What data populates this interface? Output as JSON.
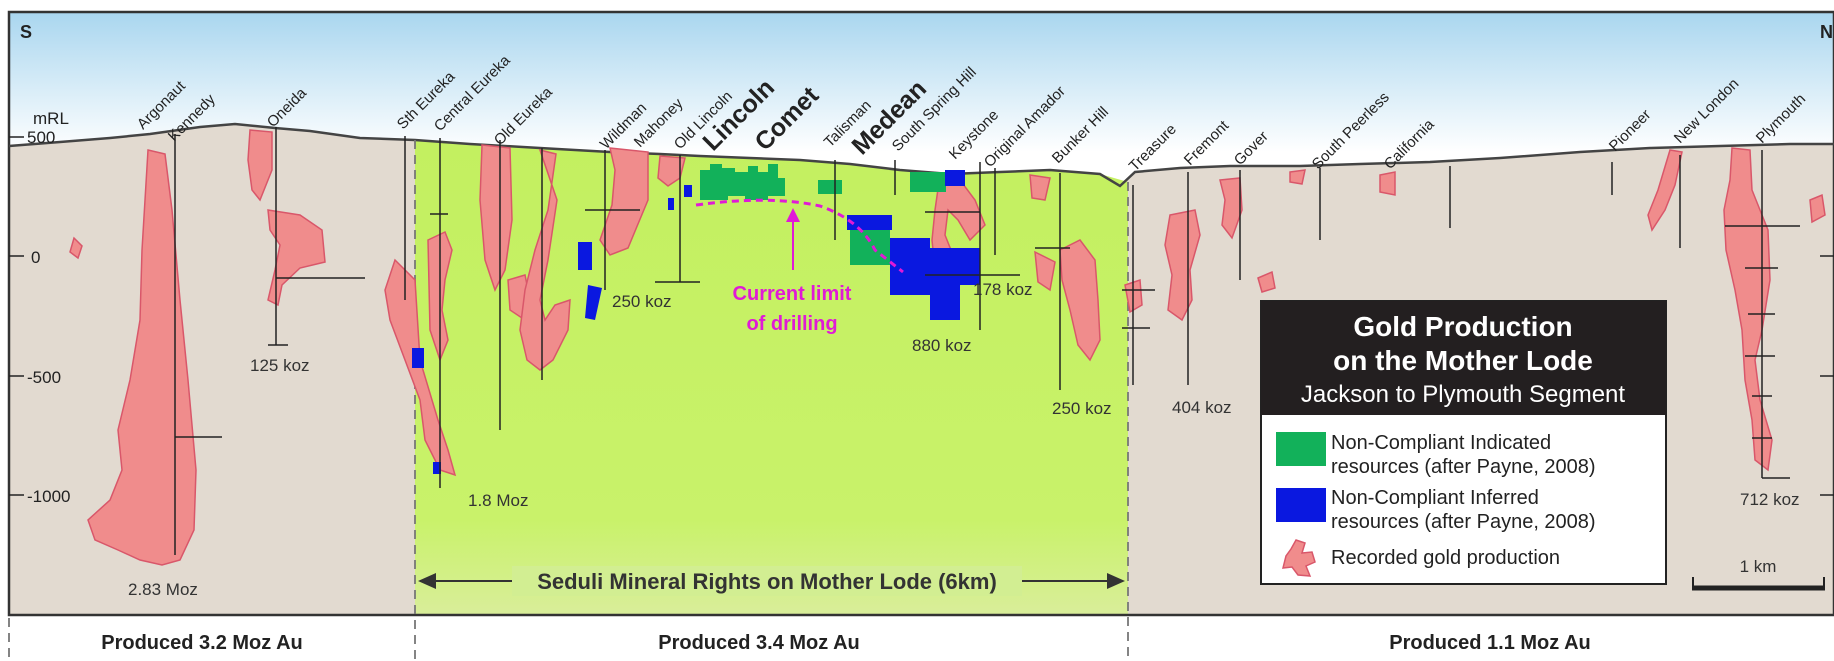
{
  "compass": {
    "south": "S",
    "north": "N"
  },
  "elevation": {
    "unit": "mRL",
    "ticks": [
      "500",
      "0",
      "-500",
      "-1000"
    ]
  },
  "mines": {
    "argonaut": "Argonaut",
    "kennedy": "Kennedy",
    "oneida": "Oneida",
    "sth_eureka": "Sth Eureka",
    "central_eureka": "Central Eureka",
    "old_eureka": "Old Eureka",
    "wildman": "Wildman",
    "mahoney": "Mahoney",
    "old_lincoln": "Old Lincoln",
    "lincoln": "Lincoln",
    "comet": "Comet",
    "talisman": "Talisman",
    "medean": "Medean",
    "south_spring_hill": "South Spring Hill",
    "keystone": "Keystone",
    "original_amador": "Original Amador",
    "bunker_hill": "Bunker Hill",
    "treasure": "Treasure",
    "fremont": "Fremont",
    "gover": "Gover",
    "south_peerless": "South Peerless",
    "california": "California",
    "pioneer": "Pioneer",
    "new_london": "New London",
    "plymouth": "Plymouth"
  },
  "production_labels": {
    "argonaut": "2.83 Moz",
    "oneida": "125 koz",
    "central_eureka": "1.8 Moz",
    "old_lincoln": "250 koz",
    "keystone_178": "178 koz",
    "keystone_880": "880 koz",
    "bunker_hill": "250 koz",
    "fremont": "404 koz",
    "plymouth": "712 koz"
  },
  "drilling_note": {
    "line1": "Current limit",
    "line2": "of drilling"
  },
  "seduli_rights": "Seduli Mineral Rights on Mother Lode (6km)",
  "legend": {
    "title_line1": "Gold Production",
    "title_line2": "on the Mother Lode",
    "subtitle": "Jackson to Plymouth Segment",
    "indicated_line1": "Non-Compliant Indicated",
    "indicated_line2": "resources (after Payne, 2008)",
    "inferred_line1": "Non-Compliant Inferred",
    "inferred_line2": "resources (after Payne, 2008)",
    "recorded": "Recorded gold production"
  },
  "scale_bar": "1 km",
  "footer": {
    "left": "Produced 3.2 Moz Au",
    "center": "Produced 3.4 Moz Au",
    "right": "Produced 1.1 Moz Au"
  },
  "colors": {
    "sky_top": "#a9d6ef",
    "ground": "#e2dad0",
    "seduli_zone": "#c8f266",
    "gold_production": "#f08c8c",
    "indicated": "#12b15a",
    "inferred": "#0a18e0",
    "drilling_limit": "#e01ad6"
  }
}
